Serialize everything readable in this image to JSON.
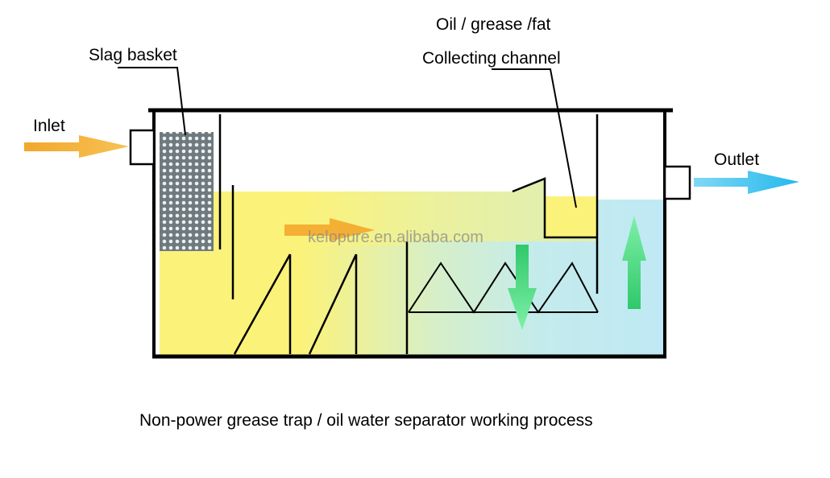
{
  "labels": {
    "slag_basket": "Slag basket",
    "oil_grease_fat": "Oil / grease /fat",
    "collecting_channel": "Collecting channel",
    "inlet": "Inlet",
    "outlet": "Outlet",
    "watermark": "kelopure.en.alibaba.com",
    "caption": "Non-power grease trap / oil water separator working process"
  },
  "colors": {
    "inlet_arrow": "#f3a72c",
    "outlet_arrow": "#2fc4f0",
    "oil_yellow": "#fbf27a",
    "water_blue": "#bfe9f4",
    "flow_green": "#3fdc7c",
    "tank_line": "#000000"
  },
  "icons": {
    "inlet_arrow": "arrow-right-icon",
    "outlet_arrow": "arrow-right-icon",
    "flow_arrow": "arrow-right-icon",
    "down_arrow": "arrow-down-icon",
    "up_arrow": "arrow-up-icon"
  }
}
